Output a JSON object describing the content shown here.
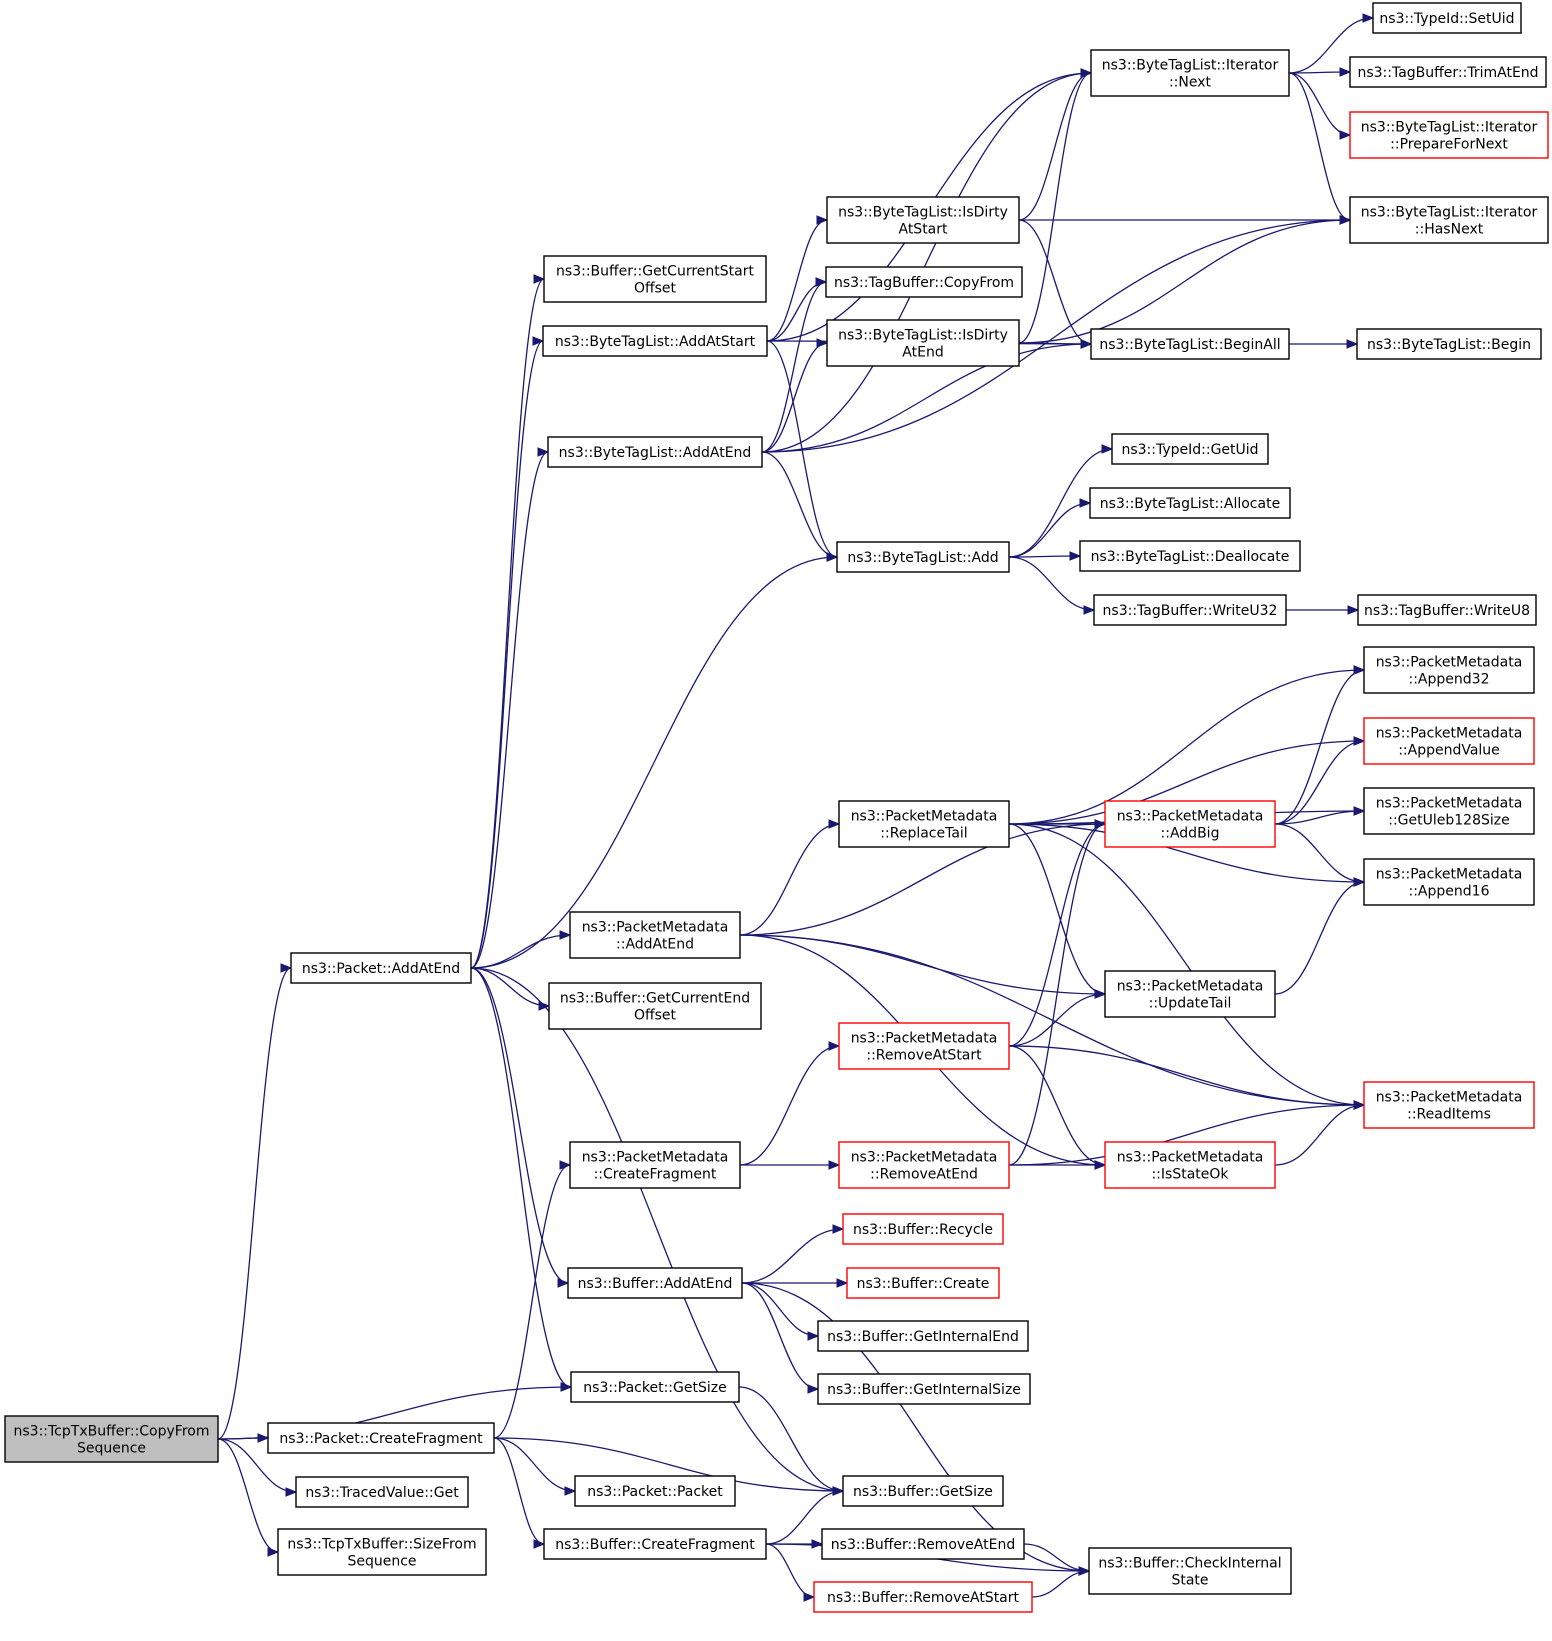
{
  "diagram": {
    "nodes": [
      {
        "id": "root",
        "lines": [
          "ns3::TcpTxBuffer::CopyFrom",
          "Sequence"
        ],
        "style": "root"
      },
      {
        "id": "pkt_addatend",
        "lines": [
          "ns3::Packet::AddAtEnd"
        ],
        "style": "normal"
      },
      {
        "id": "pkt_createfragment",
        "lines": [
          "ns3::Packet::CreateFragment"
        ],
        "style": "normal"
      },
      {
        "id": "tracedvalue_get",
        "lines": [
          "ns3::TracedValue::Get"
        ],
        "style": "normal"
      },
      {
        "id": "tcp_sizefromseq",
        "lines": [
          "ns3::TcpTxBuffer::SizeFrom",
          "Sequence"
        ],
        "style": "normal"
      },
      {
        "id": "buf_getcurstartoff",
        "lines": [
          "ns3::Buffer::GetCurrentStart",
          "Offset"
        ],
        "style": "normal"
      },
      {
        "id": "btl_addatstart",
        "lines": [
          "ns3::ByteTagList::AddAtStart"
        ],
        "style": "normal"
      },
      {
        "id": "btl_addatend",
        "lines": [
          "ns3::ByteTagList::AddAtEnd"
        ],
        "style": "normal"
      },
      {
        "id": "pm_addatend",
        "lines": [
          "ns3::PacketMetadata",
          "::AddAtEnd"
        ],
        "style": "normal"
      },
      {
        "id": "buf_getcurendoff",
        "lines": [
          "ns3::Buffer::GetCurrentEnd",
          "Offset"
        ],
        "style": "normal"
      },
      {
        "id": "pm_createfragment",
        "lines": [
          "ns3::PacketMetadata",
          "::CreateFragment"
        ],
        "style": "normal"
      },
      {
        "id": "buf_addatend",
        "lines": [
          "ns3::Buffer::AddAtEnd"
        ],
        "style": "normal"
      },
      {
        "id": "pkt_getsize",
        "lines": [
          "ns3::Packet::GetSize"
        ],
        "style": "normal"
      },
      {
        "id": "pkt_packet",
        "lines": [
          "ns3::Packet::Packet"
        ],
        "style": "normal"
      },
      {
        "id": "buf_createfragment",
        "lines": [
          "ns3::Buffer::CreateFragment"
        ],
        "style": "normal"
      },
      {
        "id": "btl_isdirtyatstart",
        "lines": [
          "ns3::ByteTagList::IsDirty",
          "AtStart"
        ],
        "style": "normal"
      },
      {
        "id": "tagbuf_copyfrom",
        "lines": [
          "ns3::TagBuffer::CopyFrom"
        ],
        "style": "normal"
      },
      {
        "id": "btl_isdirtyatend",
        "lines": [
          "ns3::ByteTagList::IsDirty",
          "AtEnd"
        ],
        "style": "normal"
      },
      {
        "id": "btl_add",
        "lines": [
          "ns3::ByteTagList::Add"
        ],
        "style": "normal"
      },
      {
        "id": "pm_replacetail",
        "lines": [
          "ns3::PacketMetadata",
          "::ReplaceTail"
        ],
        "style": "normal"
      },
      {
        "id": "pm_removeatstart",
        "lines": [
          "ns3::PacketMetadata",
          "::RemoveAtStart"
        ],
        "style": "red"
      },
      {
        "id": "pm_removeatend",
        "lines": [
          "ns3::PacketMetadata",
          "::RemoveAtEnd"
        ],
        "style": "red"
      },
      {
        "id": "buf_recycle",
        "lines": [
          "ns3::Buffer::Recycle"
        ],
        "style": "red"
      },
      {
        "id": "buf_create",
        "lines": [
          "ns3::Buffer::Create"
        ],
        "style": "red"
      },
      {
        "id": "buf_getinternalend",
        "lines": [
          "ns3::Buffer::GetInternalEnd"
        ],
        "style": "normal"
      },
      {
        "id": "buf_getinternalsize",
        "lines": [
          "ns3::Buffer::GetInternalSize"
        ],
        "style": "normal"
      },
      {
        "id": "buf_getsize",
        "lines": [
          "ns3::Buffer::GetSize"
        ],
        "style": "normal"
      },
      {
        "id": "buf_removeatend",
        "lines": [
          "ns3::Buffer::RemoveAtEnd"
        ],
        "style": "normal"
      },
      {
        "id": "buf_removeatstart",
        "lines": [
          "ns3::Buffer::RemoveAtStart"
        ],
        "style": "red"
      },
      {
        "id": "btl_it_next",
        "lines": [
          "ns3::ByteTagList::Iterator",
          "::Next"
        ],
        "style": "normal"
      },
      {
        "id": "btl_beginall",
        "lines": [
          "ns3::ByteTagList::BeginAll"
        ],
        "style": "normal"
      },
      {
        "id": "typeid_getuid",
        "lines": [
          "ns3::TypeId::GetUid"
        ],
        "style": "normal"
      },
      {
        "id": "btl_allocate",
        "lines": [
          "ns3::ByteTagList::Allocate"
        ],
        "style": "normal"
      },
      {
        "id": "btl_deallocate",
        "lines": [
          "ns3::ByteTagList::Deallocate"
        ],
        "style": "normal"
      },
      {
        "id": "tagbuf_writeu32",
        "lines": [
          "ns3::TagBuffer::WriteU32"
        ],
        "style": "normal"
      },
      {
        "id": "pm_addbig",
        "lines": [
          "ns3::PacketMetadata",
          "::AddBig"
        ],
        "style": "red"
      },
      {
        "id": "pm_updatetail",
        "lines": [
          "ns3::PacketMetadata",
          "::UpdateTail"
        ],
        "style": "normal"
      },
      {
        "id": "pm_isstateok",
        "lines": [
          "ns3::PacketMetadata",
          "::IsStateOk"
        ],
        "style": "red"
      },
      {
        "id": "buf_checkinternalstate",
        "lines": [
          "ns3::Buffer::CheckInternal",
          "State"
        ],
        "style": "normal"
      },
      {
        "id": "typeid_setuid",
        "lines": [
          "ns3::TypeId::SetUid"
        ],
        "style": "normal"
      },
      {
        "id": "tagbuf_trimatend",
        "lines": [
          "ns3::TagBuffer::TrimAtEnd"
        ],
        "style": "normal"
      },
      {
        "id": "btl_it_preparefornext",
        "lines": [
          "ns3::ByteTagList::Iterator",
          "::PrepareForNext"
        ],
        "style": "red"
      },
      {
        "id": "btl_it_hasnext",
        "lines": [
          "ns3::ByteTagList::Iterator",
          "::HasNext"
        ],
        "style": "normal"
      },
      {
        "id": "btl_begin",
        "lines": [
          "ns3::ByteTagList::Begin"
        ],
        "style": "normal"
      },
      {
        "id": "tagbuf_writeu8",
        "lines": [
          "ns3::TagBuffer::WriteU8"
        ],
        "style": "normal"
      },
      {
        "id": "pm_append32",
        "lines": [
          "ns3::PacketMetadata",
          "::Append32"
        ],
        "style": "normal"
      },
      {
        "id": "pm_appendvalue",
        "lines": [
          "ns3::PacketMetadata",
          "::AppendValue"
        ],
        "style": "red"
      },
      {
        "id": "pm_getuleb128size",
        "lines": [
          "ns3::PacketMetadata",
          "::GetUleb128Size"
        ],
        "style": "normal"
      },
      {
        "id": "pm_append16",
        "lines": [
          "ns3::PacketMetadata",
          "::Append16"
        ],
        "style": "normal"
      },
      {
        "id": "pm_readitems",
        "lines": [
          "ns3::PacketMetadata",
          "::ReadItems"
        ],
        "style": "red"
      }
    ],
    "edges": [
      [
        "root",
        "pkt_addatend"
      ],
      [
        "root",
        "pkt_getsize"
      ],
      [
        "root",
        "pkt_createfragment"
      ],
      [
        "root",
        "tracedvalue_get"
      ],
      [
        "root",
        "tcp_sizefromseq"
      ],
      [
        "pkt_addatend",
        "buf_getcurstartoff"
      ],
      [
        "pkt_addatend",
        "btl_addatstart"
      ],
      [
        "pkt_addatend",
        "btl_addatend"
      ],
      [
        "pkt_addatend",
        "btl_add"
      ],
      [
        "pkt_addatend",
        "pm_addatend"
      ],
      [
        "pkt_addatend",
        "buf_getcurendoff"
      ],
      [
        "pkt_addatend",
        "buf_addatend"
      ],
      [
        "pkt_addatend",
        "pkt_getsize"
      ],
      [
        "pkt_addatend",
        "buf_getsize"
      ],
      [
        "pkt_createfragment",
        "pm_createfragment"
      ],
      [
        "pkt_createfragment",
        "pkt_packet"
      ],
      [
        "pkt_createfragment",
        "buf_createfragment"
      ],
      [
        "pkt_createfragment",
        "buf_getsize"
      ],
      [
        "btl_addatstart",
        "btl_it_next"
      ],
      [
        "btl_addatstart",
        "btl_isdirtyatstart"
      ],
      [
        "btl_addatstart",
        "tagbuf_copyfrom"
      ],
      [
        "btl_addatstart",
        "btl_beginall"
      ],
      [
        "btl_addatstart",
        "btl_add"
      ],
      [
        "btl_addatend",
        "btl_it_next"
      ],
      [
        "btl_addatend",
        "btl_it_hasnext"
      ],
      [
        "btl_addatend",
        "tagbuf_copyfrom"
      ],
      [
        "btl_addatend",
        "btl_isdirtyatend"
      ],
      [
        "btl_addatend",
        "btl_beginall"
      ],
      [
        "btl_addatend",
        "btl_add"
      ],
      [
        "btl_isdirtyatstart",
        "btl_it_next"
      ],
      [
        "btl_isdirtyatstart",
        "btl_it_hasnext"
      ],
      [
        "btl_isdirtyatstart",
        "btl_beginall"
      ],
      [
        "btl_isdirtyatend",
        "btl_it_next"
      ],
      [
        "btl_isdirtyatend",
        "btl_it_hasnext"
      ],
      [
        "btl_isdirtyatend",
        "btl_beginall"
      ],
      [
        "btl_it_next",
        "typeid_setuid"
      ],
      [
        "btl_it_next",
        "tagbuf_trimatend"
      ],
      [
        "btl_it_next",
        "btl_it_preparefornext"
      ],
      [
        "btl_it_next",
        "btl_it_hasnext"
      ],
      [
        "btl_beginall",
        "btl_begin"
      ],
      [
        "btl_add",
        "typeid_getuid"
      ],
      [
        "btl_add",
        "btl_allocate"
      ],
      [
        "btl_add",
        "btl_deallocate"
      ],
      [
        "btl_add",
        "tagbuf_writeu32"
      ],
      [
        "tagbuf_writeu32",
        "tagbuf_writeu8"
      ],
      [
        "pm_addatend",
        "pm_replacetail"
      ],
      [
        "pm_addatend",
        "pm_addbig"
      ],
      [
        "pm_addatend",
        "pm_updatetail"
      ],
      [
        "pm_addatend",
        "pm_readitems"
      ],
      [
        "pm_addatend",
        "pm_isstateok"
      ],
      [
        "pm_replacetail",
        "pm_append32"
      ],
      [
        "pm_replacetail",
        "pm_appendvalue"
      ],
      [
        "pm_replacetail",
        "pm_getuleb128size"
      ],
      [
        "pm_replacetail",
        "pm_addbig"
      ],
      [
        "pm_replacetail",
        "pm_append16"
      ],
      [
        "pm_replacetail",
        "pm_updatetail"
      ],
      [
        "pm_replacetail",
        "pm_readitems"
      ],
      [
        "pm_addbig",
        "pm_append32"
      ],
      [
        "pm_addbig",
        "pm_appendvalue"
      ],
      [
        "pm_addbig",
        "pm_getuleb128size"
      ],
      [
        "pm_addbig",
        "pm_append16"
      ],
      [
        "pm_updatetail",
        "pm_append16"
      ],
      [
        "pm_createfragment",
        "pm_removeatstart"
      ],
      [
        "pm_createfragment",
        "pm_removeatend"
      ],
      [
        "pm_removeatstart",
        "pm_addbig"
      ],
      [
        "pm_removeatstart",
        "pm_updatetail"
      ],
      [
        "pm_removeatstart",
        "pm_readitems"
      ],
      [
        "pm_removeatstart",
        "pm_isstateok"
      ],
      [
        "pm_removeatend",
        "pm_addbig"
      ],
      [
        "pm_removeatend",
        "pm_isstateok"
      ],
      [
        "pm_removeatend",
        "pm_readitems"
      ],
      [
        "pm_isstateok",
        "pm_readitems"
      ],
      [
        "buf_addatend",
        "buf_recycle"
      ],
      [
        "buf_addatend",
        "buf_create"
      ],
      [
        "buf_addatend",
        "buf_getinternalend"
      ],
      [
        "buf_addatend",
        "buf_getinternalsize"
      ],
      [
        "buf_addatend",
        "buf_checkinternalstate"
      ],
      [
        "pkt_getsize",
        "buf_getsize"
      ],
      [
        "buf_createfragment",
        "buf_getsize"
      ],
      [
        "buf_createfragment",
        "buf_removeatend"
      ],
      [
        "buf_createfragment",
        "buf_removeatstart"
      ],
      [
        "buf_createfragment",
        "buf_checkinternalstate"
      ],
      [
        "buf_removeatend",
        "buf_checkinternalstate"
      ],
      [
        "buf_removeatstart",
        "buf_checkinternalstate"
      ]
    ]
  }
}
